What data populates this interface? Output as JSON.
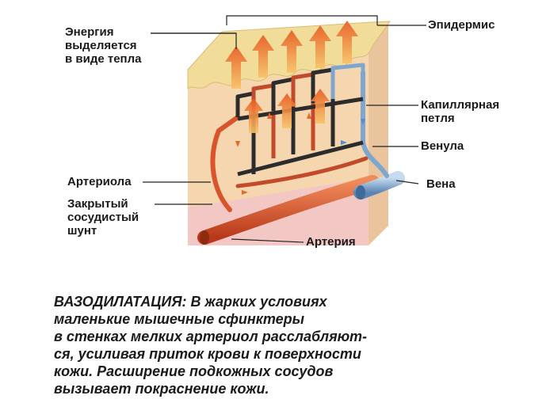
{
  "labels": {
    "energy": "Энергия\nвыделяется\nв виде тепла",
    "epidermis": "Эпидермис",
    "capillary_loop": "Капиллярная\nпетля",
    "venule": "Венула",
    "arteriole": "Артериола",
    "vein": "Вена",
    "closed_shunt": "Закрытый\nсосудистый\nшунт",
    "artery": "Артерия"
  },
  "caption": "ВАЗОДИЛАТАЦИЯ: В жарких условиях\nмаленькие мышечные сфинктеры\nв стенках мелких артериол расслабляют-\nся, усиливая приток крови к поверхности\nкожи. Расширение подкожных сосудов\nвызывает покраснение кожи.",
  "colors": {
    "epidermis": "#f1dc9a",
    "dermis": "#f6d6ae",
    "hypodermis": "#f2c7c4",
    "artery": "#d9532b",
    "vein": "#8fb3d6",
    "heat": "#e8692a",
    "leader": "#222222"
  }
}
